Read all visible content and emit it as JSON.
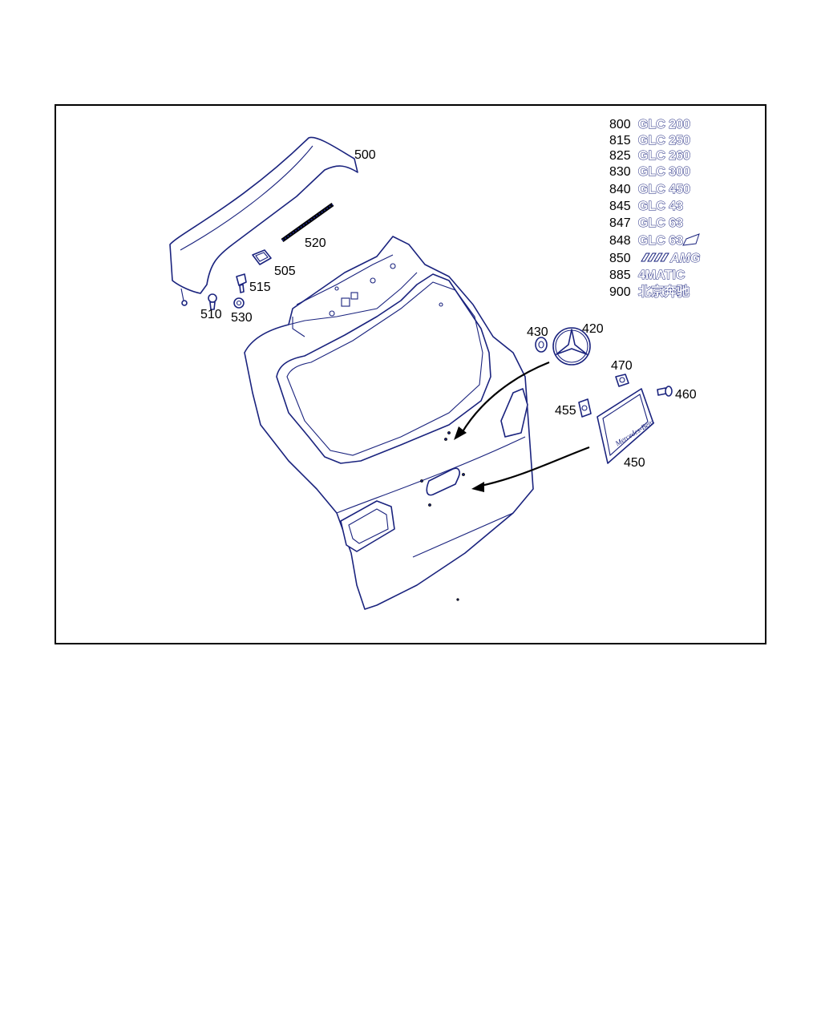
{
  "diagram": {
    "callouts": {
      "c500": "500",
      "c520": "520",
      "c505": "505",
      "c515": "515",
      "c510": "510",
      "c530": "530",
      "c430": "430",
      "c420": "420",
      "c470": "470",
      "c460": "460",
      "c455": "455",
      "c450": "450"
    },
    "variants": [
      {
        "code": "800",
        "label": "GLC 200"
      },
      {
        "code": "815",
        "label": "GLC 250"
      },
      {
        "code": "825",
        "label": "GLC 260"
      },
      {
        "code": "830",
        "label": "GLC 300"
      },
      {
        "code": "840",
        "label": "GLC 450"
      },
      {
        "code": "845",
        "label": "GLC 43"
      },
      {
        "code": "847",
        "label": "GLC 63"
      },
      {
        "code": "848",
        "label": "GLC 63"
      },
      {
        "code": "850",
        "label": "AMG"
      },
      {
        "code": "885",
        "label": "4MATIC"
      },
      {
        "code": "900",
        "label": "北京奔驰"
      }
    ],
    "plate_text": "Mercedes-Benz",
    "colors": {
      "line": "#1a237e",
      "frame": "#000000",
      "background": "#ffffff"
    }
  }
}
